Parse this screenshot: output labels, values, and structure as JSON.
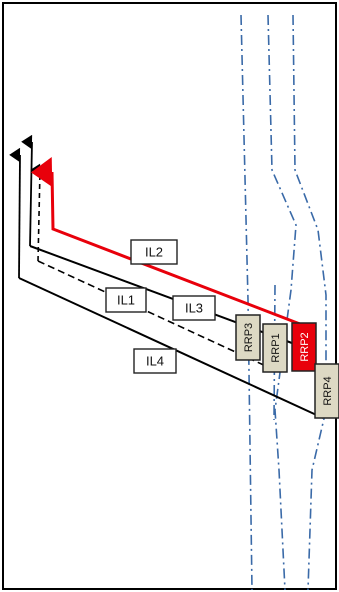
{
  "labels": {
    "il2": "IL2",
    "il1": "IL1",
    "il3": "IL3",
    "il4": "IL4",
    "rrp3": "RRP3",
    "rrp1": "RRP1",
    "rrp2": "RRP2",
    "rrp4": "RRP4"
  },
  "colors": {
    "line": "#000000",
    "highlight": "#e8000b",
    "dashdot": "#3a6aa8",
    "box_fill": "#ddd9c4",
    "box_stroke": "#222222",
    "frame": "#000000"
  }
}
